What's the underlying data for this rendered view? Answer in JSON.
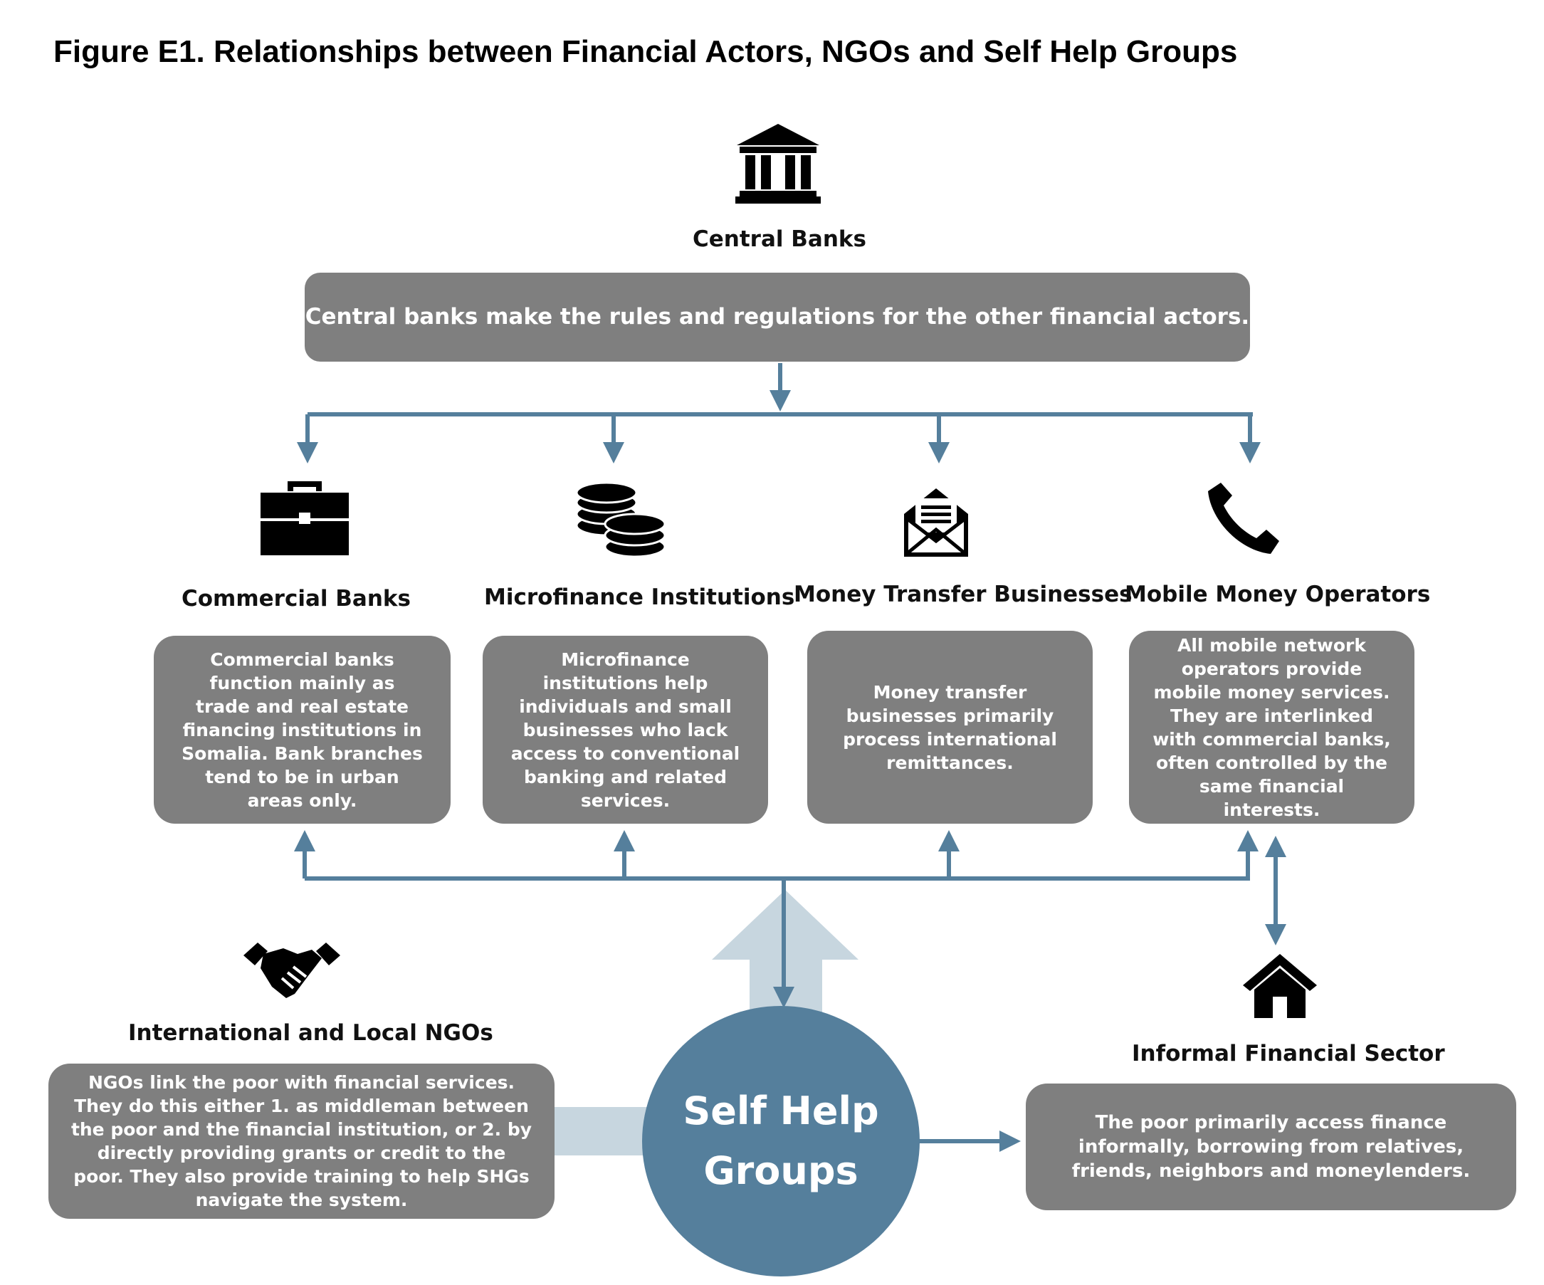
{
  "figure_title": "Figure E1. Relationships between Financial Actors, NGOs and Self Help Groups",
  "central_banks": {
    "label": "Central Banks",
    "description": "Central banks make the rules and regulations for the other financial actors."
  },
  "actors": [
    {
      "label": "Commercial Banks",
      "icon": "briefcase-icon",
      "description": "Commercial banks function mainly as trade and real estate financing institutions in Somalia. Bank branches tend to be in urban areas only."
    },
    {
      "label": "Microfinance Institutions",
      "icon": "coins-icon",
      "description": "Microfinance institutions help individuals and small businesses who lack access to conventional banking and related services."
    },
    {
      "label": "Money Transfer Businesses",
      "icon": "envelope-icon",
      "description": "Money transfer businesses primarily process international remittances."
    },
    {
      "label": "Mobile Money Operators",
      "icon": "phone-icon",
      "description": "All mobile network operators provide mobile money services. They are interlinked with commercial banks, often controlled by the same financial interests."
    }
  ],
  "ngos": {
    "label": "International and Local NGOs",
    "icon": "handshake-icon",
    "description": "NGOs link the poor with financial services. They do this either 1. as middleman between the poor and the financial institution, or 2. by directly providing grants or credit to the poor. They also provide training to help SHGs navigate the system."
  },
  "informal": {
    "label": "Informal Financial Sector",
    "icon": "house-icon",
    "description": "The poor primarily access finance informally, borrowing from relatives, friends, neighbors and moneylenders."
  },
  "center": {
    "label": "Self Help Groups"
  },
  "colors": {
    "box": "#7f7f7f",
    "arrow": "#557f9c",
    "light_arrow": "#c7d6df",
    "circle": "#557f9c"
  }
}
